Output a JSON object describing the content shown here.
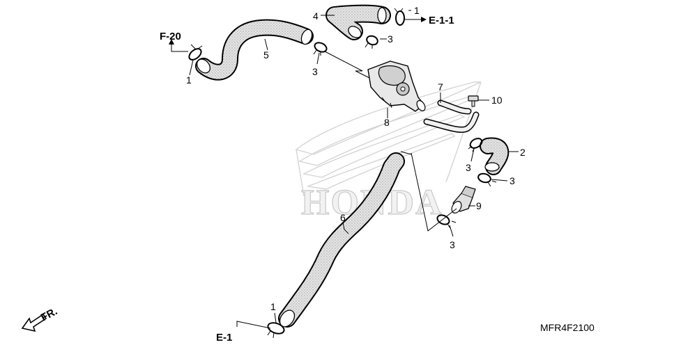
{
  "colors": {
    "hose_fill": "#e4e4e4",
    "outline": "#000000",
    "watermark": "#d0d0d0"
  },
  "watermark": {
    "text": "HONDA"
  },
  "refs": {
    "f20": "F-20",
    "e11": "E-1-1",
    "e1": "E-1",
    "front": "FR."
  },
  "diagram_code": "MFR4F2100",
  "callouts": {
    "c1_left": "1",
    "c1_top": "1",
    "c1_bottom": "1",
    "c2": "2",
    "c3_a": "3",
    "c3_b": "3",
    "c3_c": "3",
    "c3_d": "3",
    "c3_e": "3",
    "c4": "4",
    "c5": "5",
    "c6": "6",
    "c7": "7",
    "c8": "8",
    "c9": "9",
    "c10": "10"
  }
}
